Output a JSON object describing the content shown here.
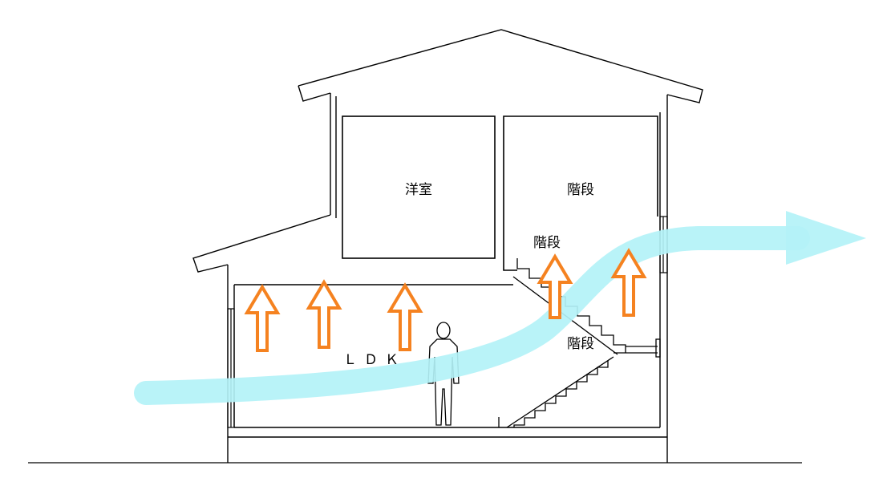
{
  "labels": {
    "room_western": "洋室",
    "stairs_upper": "階段",
    "stairs_middle": "階段",
    "stairs_lower": "階段",
    "ldk": "ＬＤＫ"
  },
  "colors": {
    "heat_arrow_stroke": "#f58220",
    "airflow": "#b3f2f7",
    "line": "#000000"
  },
  "icons": {
    "heat_arrow": "warm-air-up-arrow",
    "airflow": "ventilation-flow-arrow",
    "person": "person-silhouette"
  }
}
